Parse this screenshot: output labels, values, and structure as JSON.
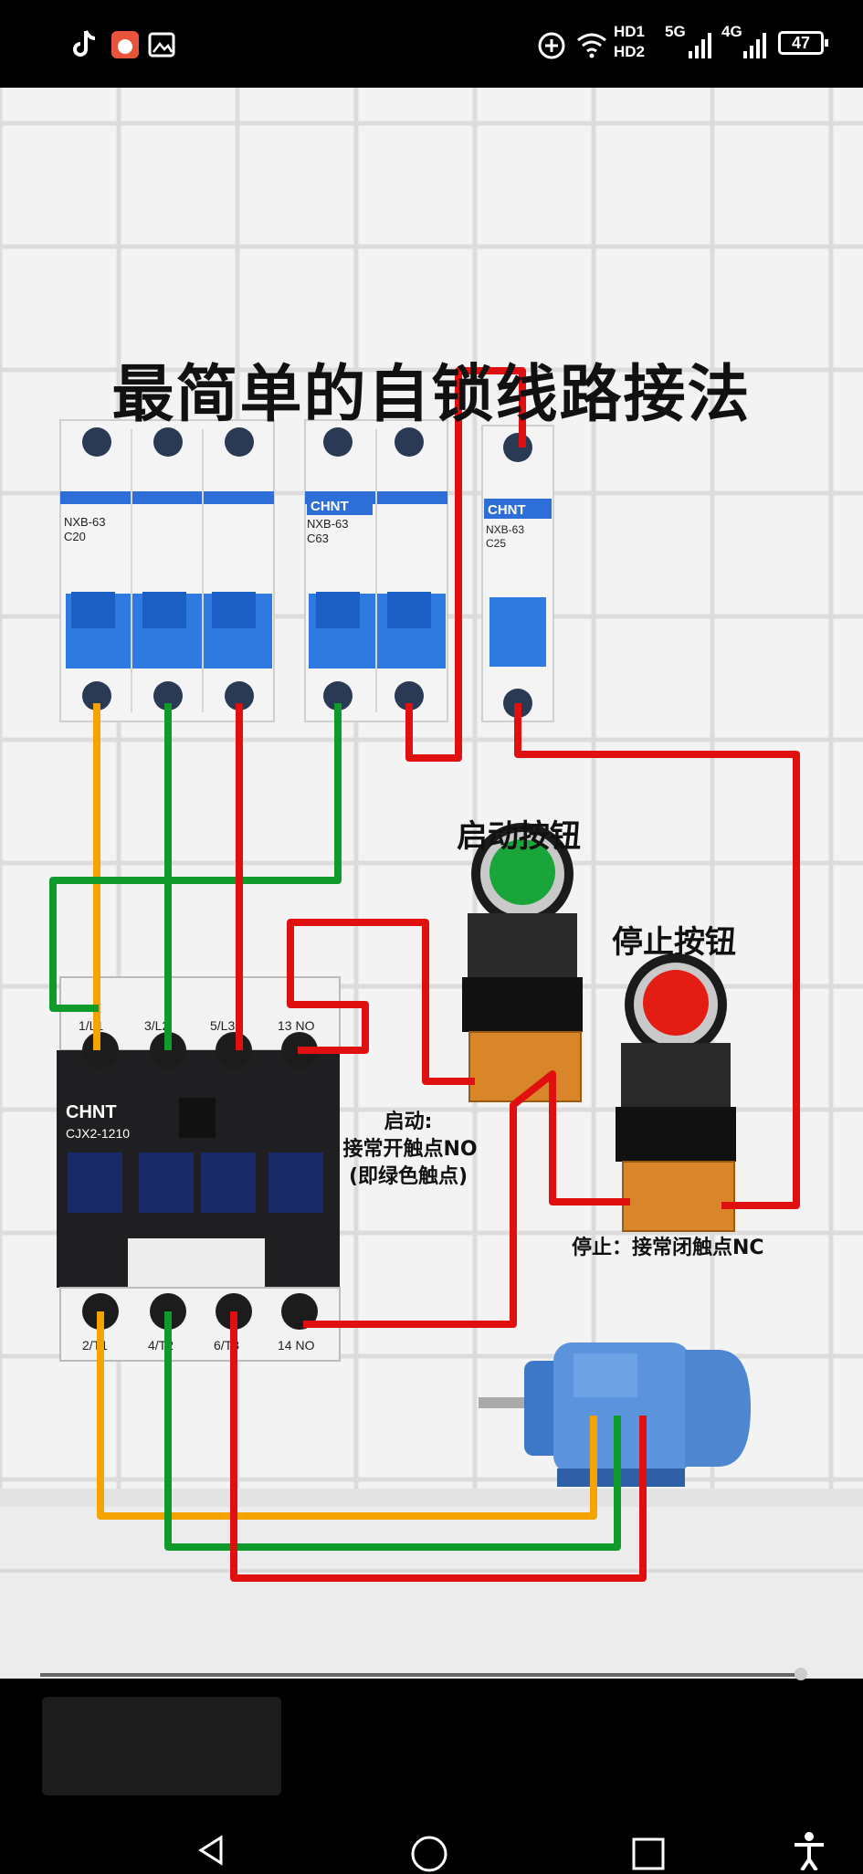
{
  "status_bar": {
    "hd1": "HD1",
    "hd2": "HD2",
    "net1": "5G",
    "net2": "4G",
    "battery": "47",
    "icons": [
      "tiktok-icon",
      "app-icon",
      "gallery-icon",
      "add-circle-icon",
      "wifi-icon",
      "signal-icon",
      "signal-icon",
      "battery-icon"
    ]
  },
  "diagram": {
    "title": "最简单的自锁线路接法",
    "start_button_label": "启动按钮",
    "stop_button_label": "停止按钮",
    "start_note_line1": "启动:",
    "start_note_line2": "接常开触点NO",
    "start_note_line3": "(即绿色触点)",
    "stop_note": "停止：接常闭触点NC",
    "breaker_brand": "CHNT",
    "breaker1_model": "NXB-63",
    "breaker1_rating": "C20",
    "breaker2_model": "NXB-63",
    "breaker2_rating": "C63",
    "breaker3_model": "NXB-63",
    "breaker3_rating": "C25",
    "contactor_brand": "CHNT",
    "contactor_model": "CJX2-1210",
    "top_terminals": [
      "1/L1",
      "3/L2",
      "5/L3",
      "13 NO"
    ],
    "bottom_terminals": [
      "2/T1",
      "4/T2",
      "6/T3",
      "14 NO"
    ],
    "wire_colors": {
      "yellow": "#f5a300",
      "green": "#119a2c",
      "red": "#e01010"
    }
  },
  "navigation": {
    "icons": [
      "back-icon",
      "home-icon",
      "recents-icon",
      "accessibility-icon"
    ]
  }
}
